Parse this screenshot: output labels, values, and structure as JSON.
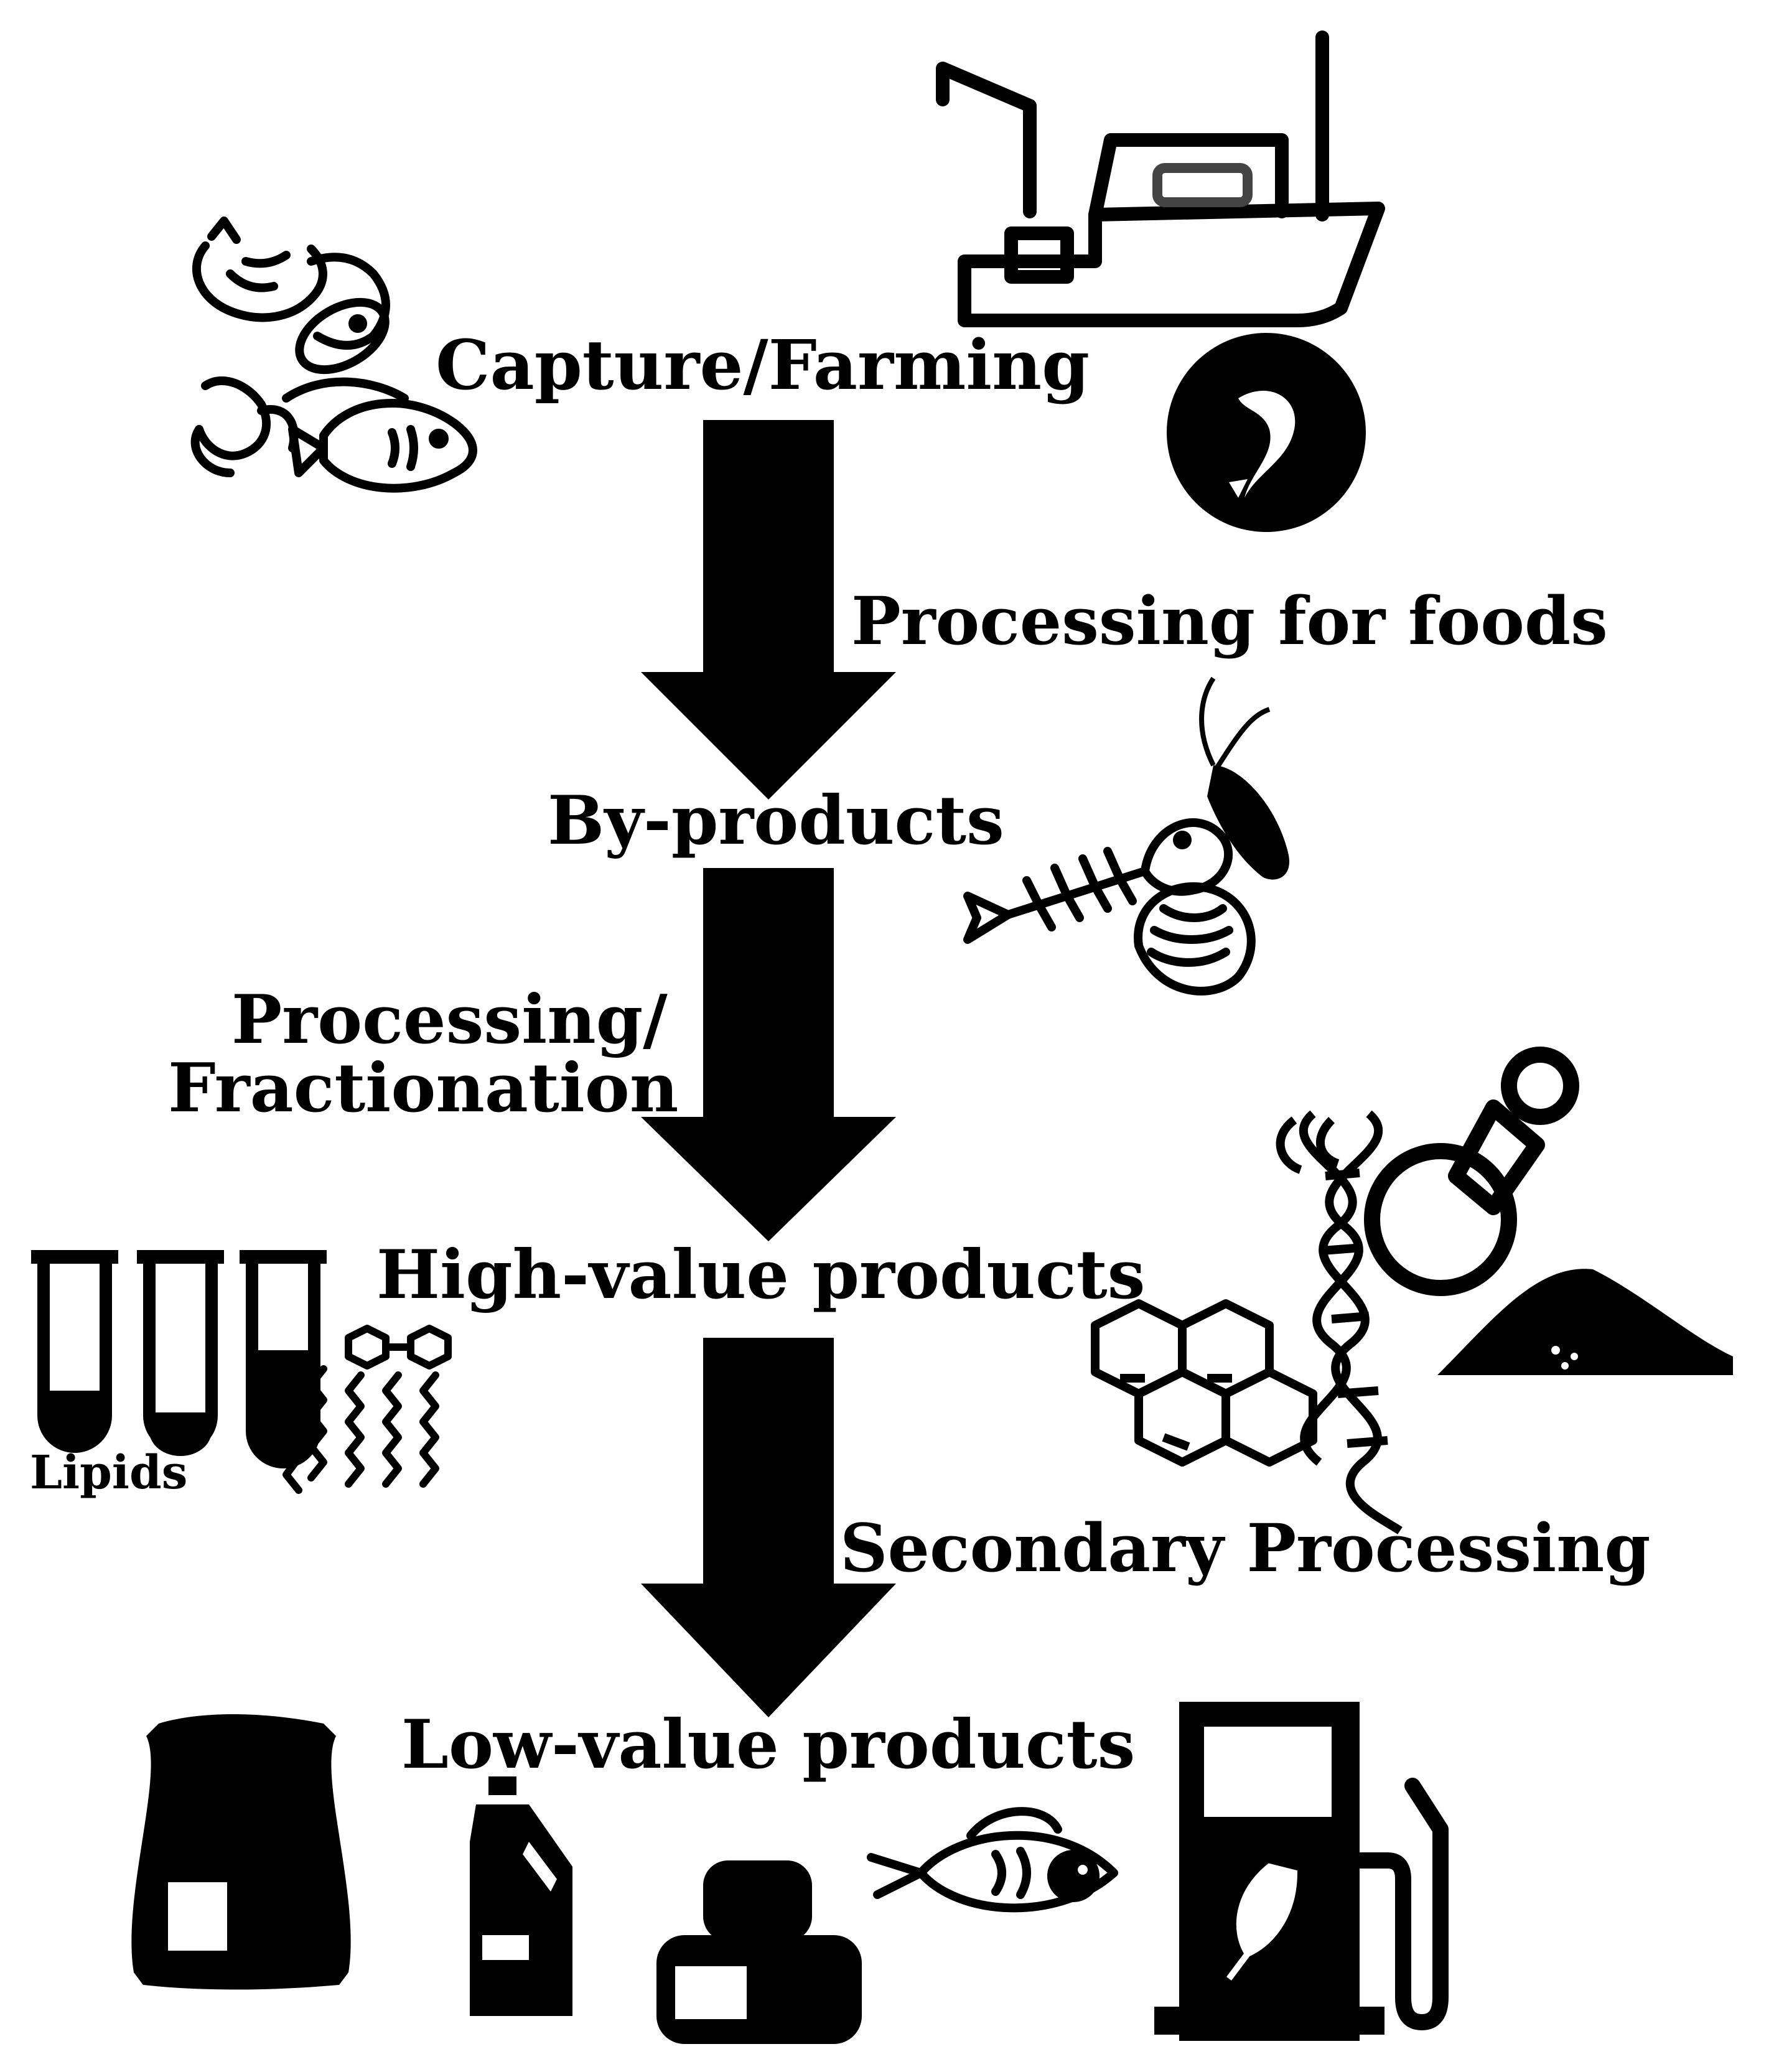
{
  "stages": {
    "capture": "Capture/Farming",
    "processing_foods": "Processing for foods",
    "byproducts": "By-products",
    "fractionation_line1": "Processing/",
    "fractionation_line2": "Fractionation",
    "high_value": "High-value products",
    "lipids": "Lipids",
    "secondary": "Secondary Processing",
    "low_value": "Low-value products"
  },
  "icons": [
    "seafood-group-icon",
    "fishing-boat-icon",
    "fish-badge-icon",
    "fish-skeleton-icon",
    "shrimp-icon",
    "shell-icon",
    "test-tubes-icon",
    "lipid-chains-icon",
    "dna-helix-icon",
    "molecule-hexagon-icon",
    "mortar-pestle-icon",
    "powder-pile-icon",
    "feed-sack-icon",
    "bottle-icon",
    "cheese-block-icon",
    "fish-feed-icon",
    "biofuel-pump-icon"
  ],
  "colors": {
    "ink": "#000000",
    "paper": "#ffffff"
  }
}
